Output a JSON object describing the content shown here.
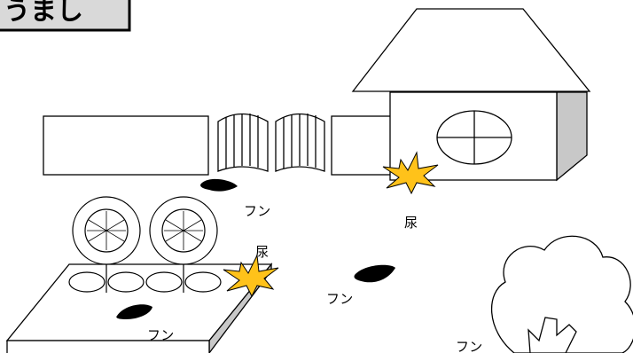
{
  "title": "うまし",
  "labels": {
    "poop_1": "フン",
    "poop_2": "フン",
    "poop_3": "フン",
    "poop_4": "フン",
    "urine_1": "尿",
    "urine_2": "尿"
  },
  "colors": {
    "urine_burst": "#ffc21a",
    "title_box": "#d9d9d9",
    "house_side": "#c8c8c8",
    "poop": "#000000"
  }
}
